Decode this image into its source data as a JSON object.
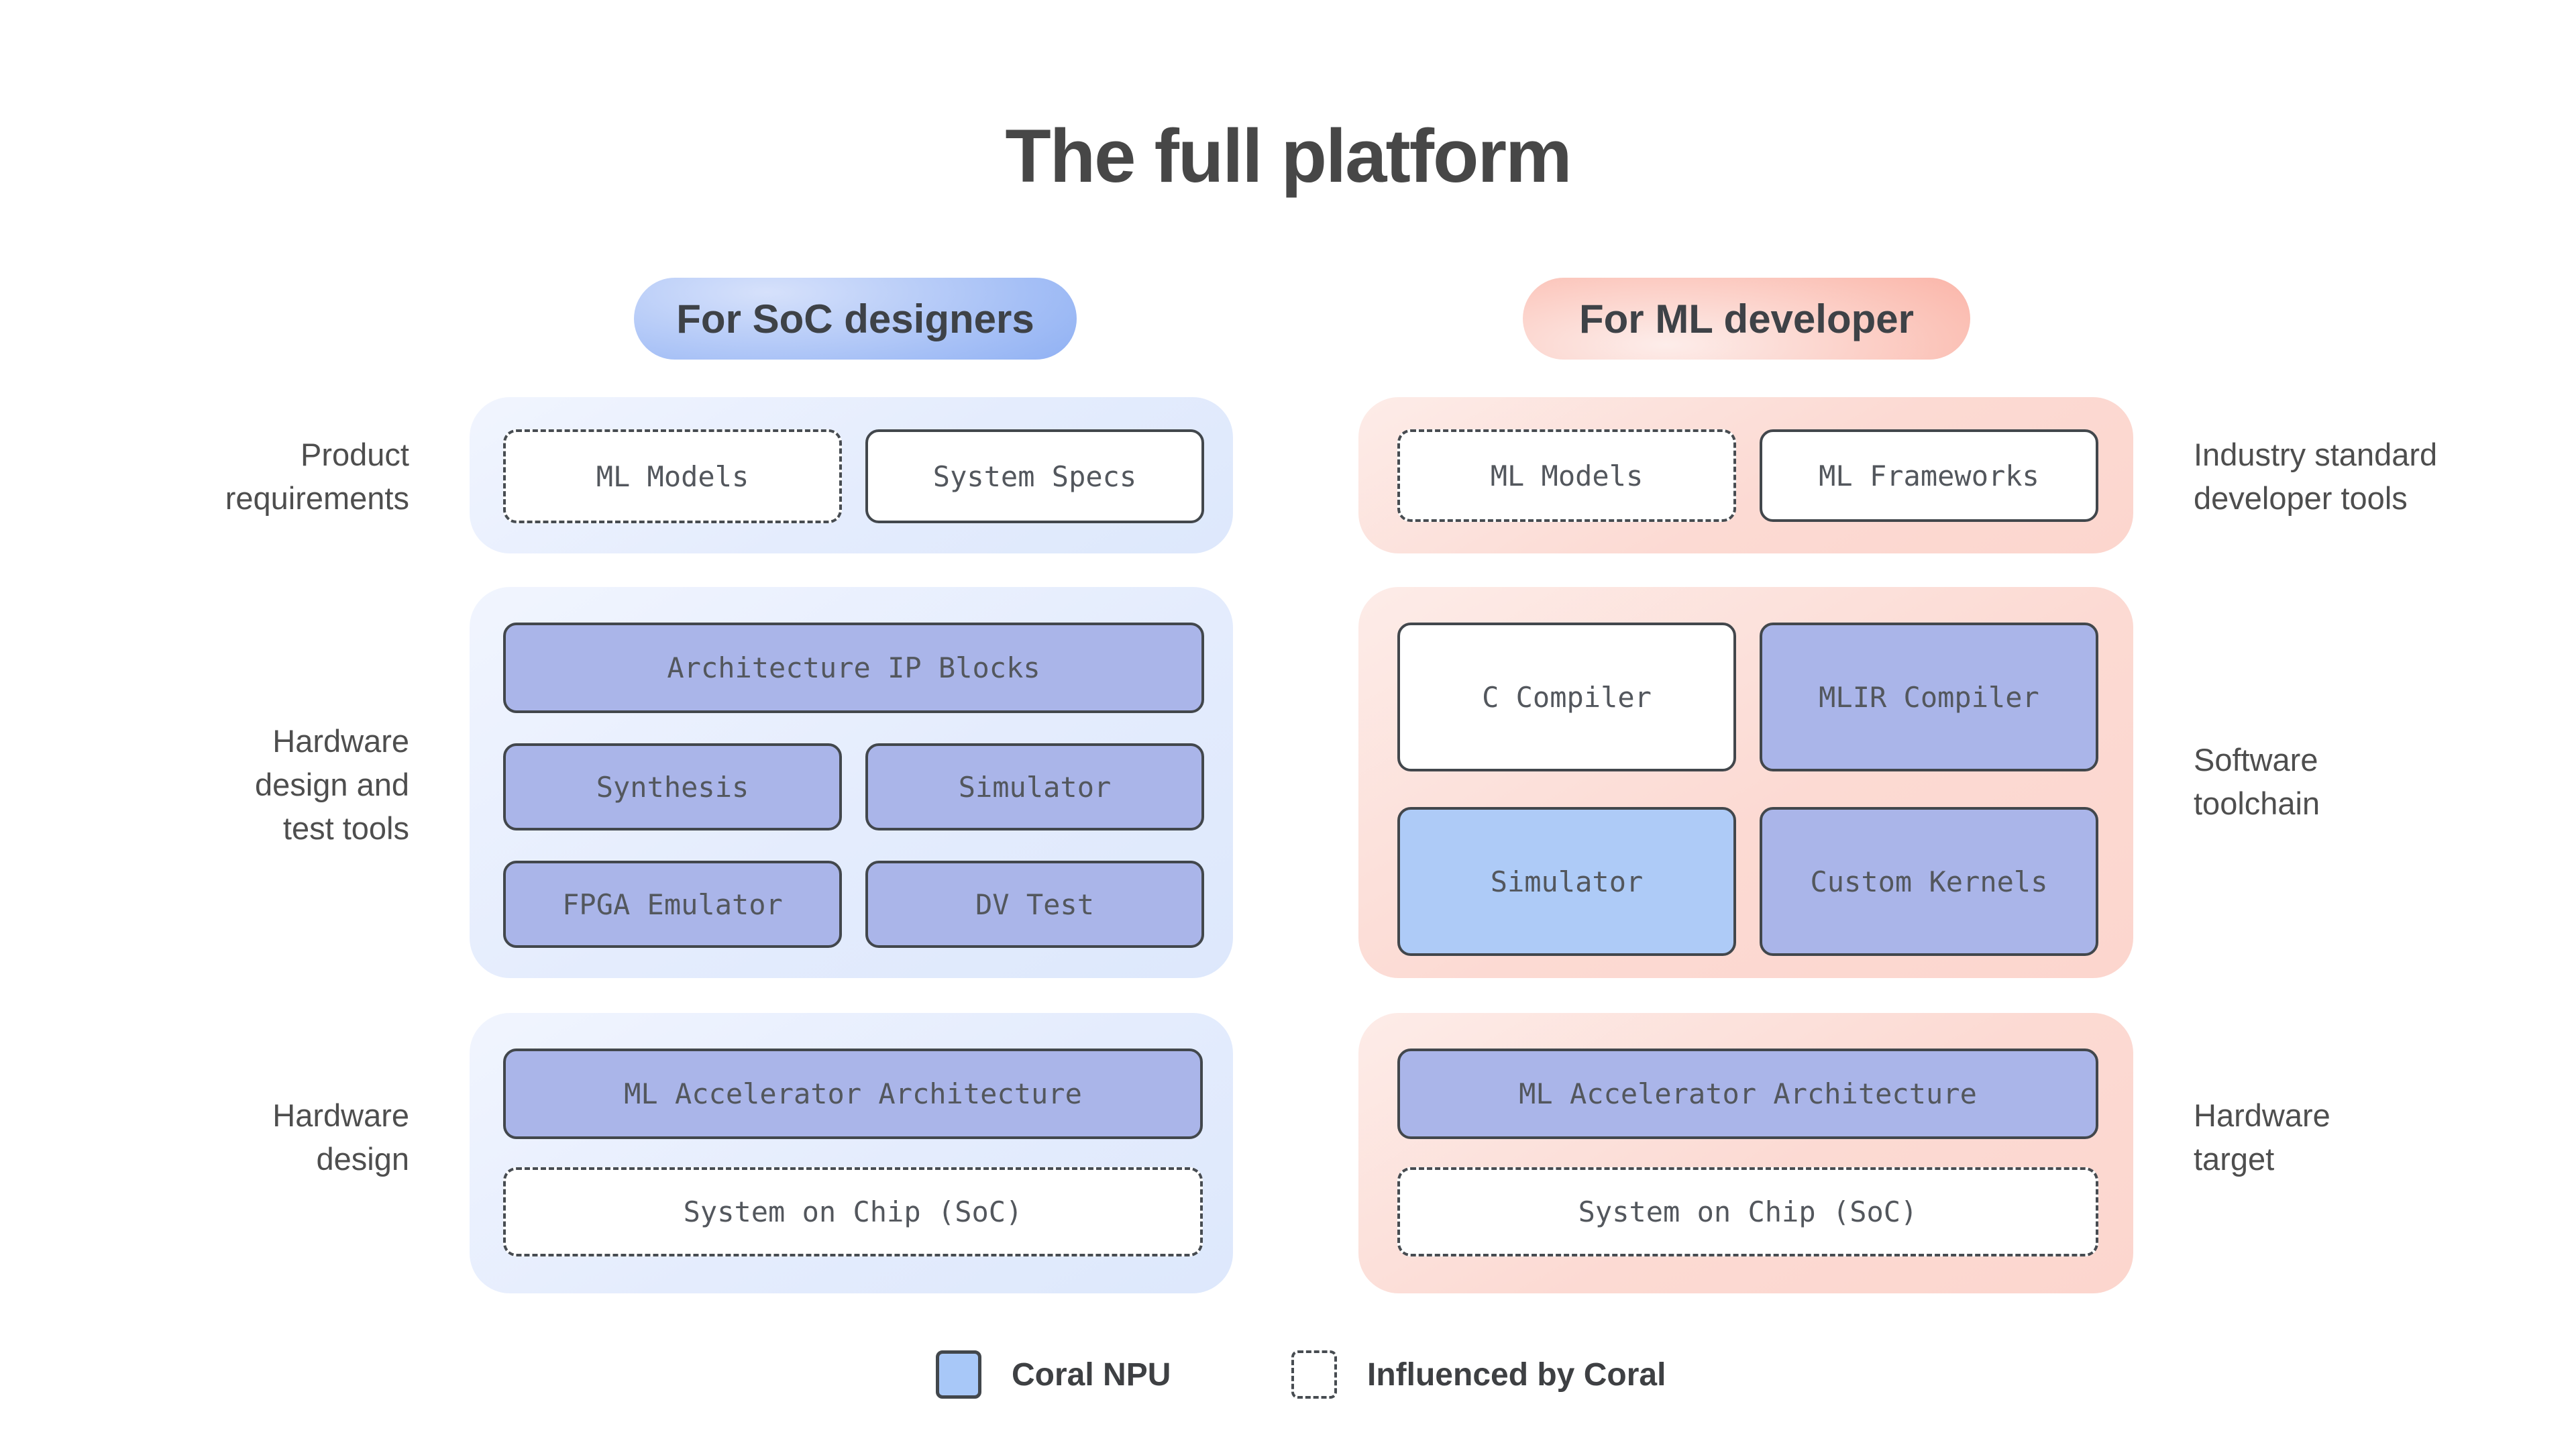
{
  "title": "The full platform",
  "colors": {
    "coral_npu_box": "#aab5e9",
    "coral_npu_light_box": "#aecbf7",
    "box_border": "#42474c",
    "panel_blue": "#e4ecfd",
    "panel_pink": "#fcdad3",
    "pill_blue": "#78a0f0",
    "pill_pink": "#f9988a",
    "text_dark": "#474747"
  },
  "columns": {
    "left": {
      "pill": "For SoC designers",
      "rows": [
        {
          "label": "Product\nrequirements",
          "boxes": [
            {
              "text": "ML Models",
              "variant": "influenced-by-coral"
            },
            {
              "text": "System Specs",
              "variant": "outline"
            }
          ]
        },
        {
          "label": "Hardware\ndesign and\ntest tools",
          "boxes": [
            {
              "text": "Architecture IP Blocks",
              "variant": "coral-npu"
            },
            {
              "text": "Synthesis",
              "variant": "coral-npu"
            },
            {
              "text": "Simulator",
              "variant": "coral-npu"
            },
            {
              "text": "FPGA Emulator",
              "variant": "coral-npu"
            },
            {
              "text": "DV Test",
              "variant": "coral-npu"
            }
          ]
        },
        {
          "label": "Hardware\ndesign",
          "boxes": [
            {
              "text": "ML Accelerator Architecture",
              "variant": "coral-npu"
            },
            {
              "text": "System on Chip (SoC)",
              "variant": "influenced-by-coral"
            }
          ]
        }
      ]
    },
    "right": {
      "pill": "For ML developer",
      "rows": [
        {
          "label": "Industry standard\ndeveloper tools",
          "boxes": [
            {
              "text": "ML Models",
              "variant": "influenced-by-coral"
            },
            {
              "text": "ML Frameworks",
              "variant": "outline"
            }
          ]
        },
        {
          "label": "Software\ntoolchain",
          "boxes": [
            {
              "text": "C Compiler",
              "variant": "outline"
            },
            {
              "text": "MLIR Compiler",
              "variant": "coral-npu"
            },
            {
              "text": "Simulator",
              "variant": "coral-npu-light"
            },
            {
              "text": "Custom Kernels",
              "variant": "coral-npu"
            }
          ]
        },
        {
          "label": "Hardware\ntarget",
          "boxes": [
            {
              "text": "ML Accelerator Architecture",
              "variant": "coral-npu"
            },
            {
              "text": "System on Chip (SoC)",
              "variant": "influenced-by-coral"
            }
          ]
        }
      ]
    }
  },
  "legend": {
    "items": [
      {
        "label": "Coral NPU",
        "swatch": "coral-npu-solid"
      },
      {
        "label": "Influenced by Coral",
        "swatch": "dashed-outline"
      }
    ]
  }
}
